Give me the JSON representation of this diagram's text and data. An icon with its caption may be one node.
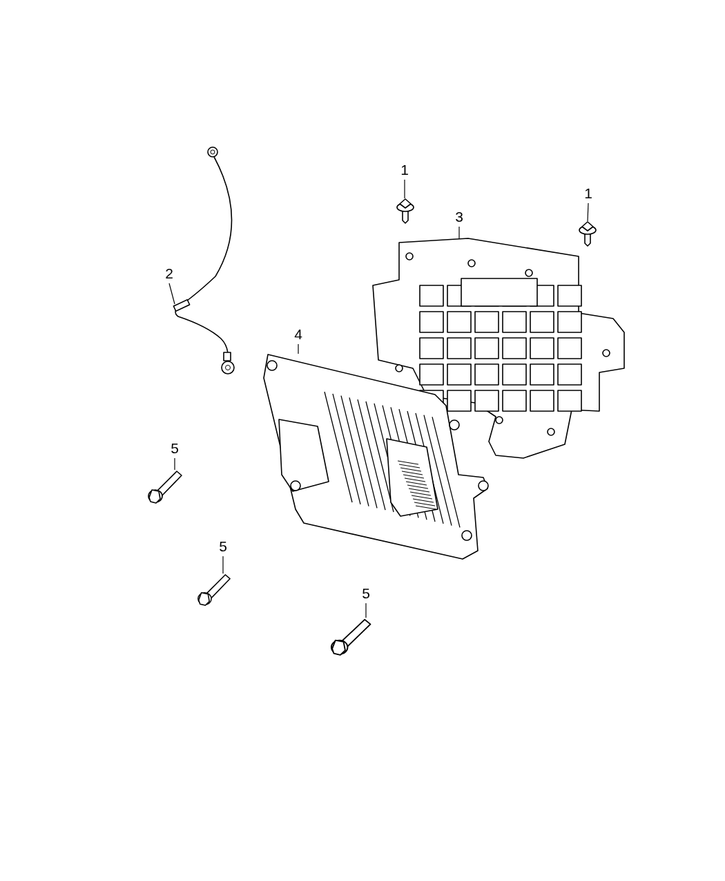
{
  "diagram": {
    "nodes": [
      {
        "text": [
          "1"
        ]
      },
      {
        "text": [
          "1"
        ]
      },
      {
        "text": [
          "3"
        ]
      },
      {
        "text": [
          "2"
        ]
      },
      {
        "text": [
          "4"
        ]
      },
      {
        "text": [
          "5"
        ]
      },
      {
        "text": [
          "5"
        ]
      },
      {
        "text": [
          "5"
        ]
      },
      {
        "text": [],
        "shape": "picture"
      },
      {
        "text": [],
        "shape": "picture"
      },
      {
        "text": [],
        "shape": "picture"
      },
      {
        "text": [],
        "shape": "picture"
      },
      {
        "text": [],
        "shape": "picture"
      },
      {
        "text": [],
        "shape": "picture"
      },
      {
        "text": [],
        "shape": "picture"
      },
      {
        "text": [],
        "shape": "picture"
      }
    ],
    "edges": [
      {
        "from": 0,
        "to": 8,
        "arrow": "none"
      },
      {
        "from": 1,
        "to": 9,
        "arrow": "none"
      },
      {
        "from": 2,
        "to": 10,
        "arrow": "none"
      },
      {
        "from": 3,
        "to": 11,
        "arrow": "none"
      },
      {
        "from": 4,
        "to": 12,
        "arrow": "none"
      },
      {
        "from": 5,
        "to": 13,
        "arrow": "none"
      },
      {
        "from": 6,
        "to": 14,
        "arrow": "none"
      },
      {
        "from": 7,
        "to": 15,
        "arrow": "none"
      }
    ]
  }
}
